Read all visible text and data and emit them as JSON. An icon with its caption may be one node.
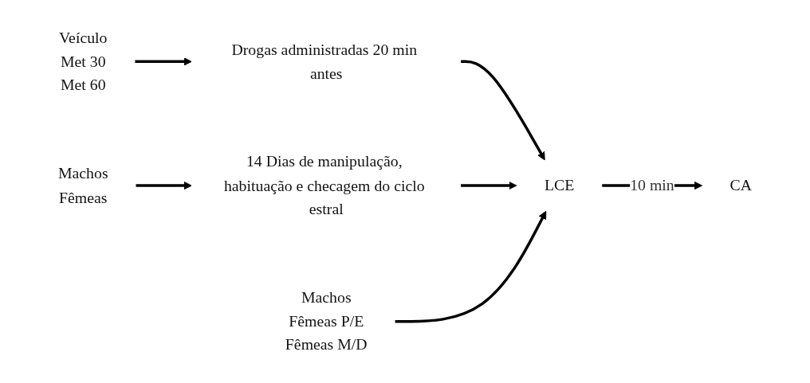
{
  "diagram": {
    "nodes": [
      {
        "text": [
          "Drogas administradas 20 min antes"
        ]
      },
      {
        "text": [
          "Veículo",
          "Met 30",
          "Met 60"
        ]
      },
      {
        "text": [
          "Machos",
          "Fêmeas"
        ]
      },
      {
        "text": [
          "14 Dias de manipulação, habituação e checagem do ciclo estral"
        ]
      },
      {
        "text": [
          "LCE"
        ]
      },
      {
        "text": [
          "CA"
        ]
      },
      {
        "text": [
          "Machos",
          "Fêmeas P/E",
          "Fêmeas M/D"
        ]
      }
    ],
    "edges": [
      {
        "from": 1,
        "to": 0,
        "arrow": "to"
      },
      {
        "from": 0,
        "to": 4,
        "arrow": "to"
      },
      {
        "from": 2,
        "to": 3,
        "arrow": "to"
      },
      {
        "from": 3,
        "to": 4,
        "arrow": "to"
      },
      {
        "from": 4,
        "to": 5,
        "arrow": "to",
        "label": "10 min"
      },
      {
        "from": 6,
        "to": 4,
        "arrow": "to"
      }
    ]
  }
}
